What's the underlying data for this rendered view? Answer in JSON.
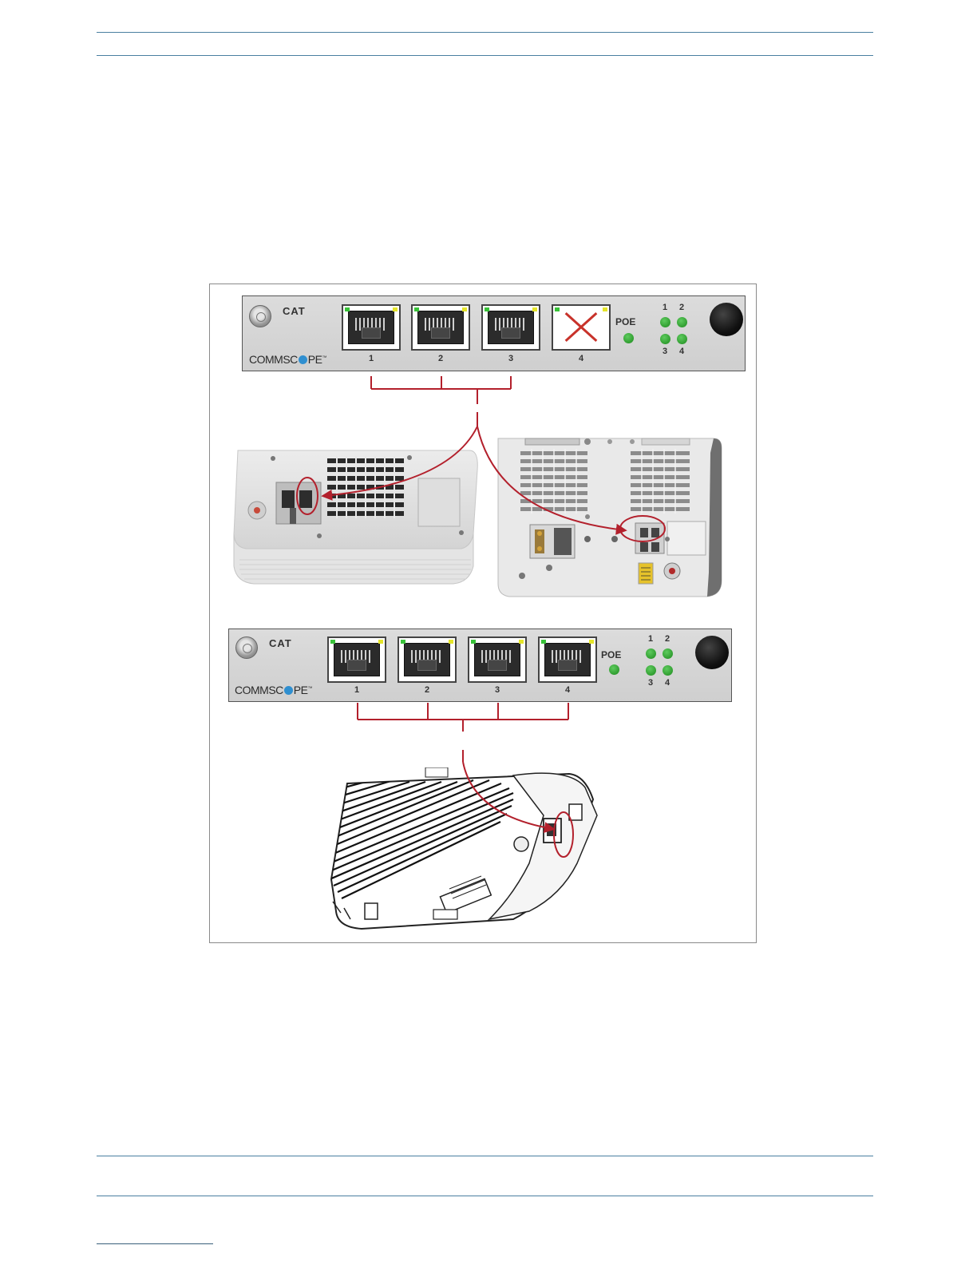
{
  "panels": [
    {
      "cat_label": "CAT",
      "brand": {
        "pre": "COMMSC",
        "post": "PE",
        "tm": "™"
      },
      "ports": [
        "1",
        "2",
        "3",
        "4"
      ],
      "poe_label": "POE",
      "led_labels": [
        "1",
        "2",
        "3",
        "4"
      ]
    },
    {
      "cat_label": "CAT",
      "brand": {
        "pre": "COMMSC",
        "post": "PE",
        "tm": "™"
      },
      "ports": [
        "1",
        "2",
        "3",
        "4"
      ],
      "poe_label": "POE",
      "led_labels": [
        "1",
        "2",
        "3",
        "4"
      ]
    }
  ],
  "colors": {
    "callout": "#b3202c",
    "rule": "#4a7fa0",
    "led": "#2ea02e"
  },
  "icons": [
    "x-mark-icon",
    "screw-icon",
    "knob-icon"
  ]
}
